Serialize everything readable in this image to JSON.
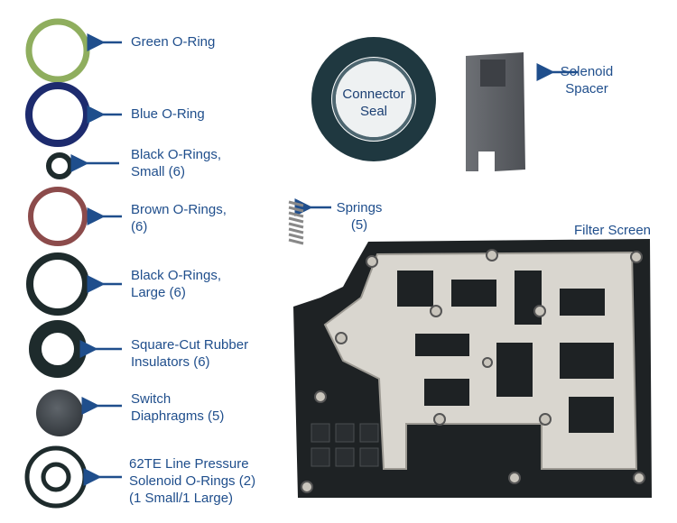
{
  "parts": [
    {
      "lines": [
        "Green O-Ring"
      ]
    },
    {
      "lines": [
        "Blue O-Ring"
      ]
    },
    {
      "lines": [
        "Black O-Rings,",
        "Small (6)"
      ]
    },
    {
      "lines": [
        "Brown O-Rings,",
        "(6)"
      ]
    },
    {
      "lines": [
        "Black O-Rings,",
        "Large (6)"
      ]
    },
    {
      "lines": [
        "Square-Cut Rubber",
        "Insulators (6)"
      ]
    },
    {
      "lines": [
        "Switch",
        "Diaphragms (5)"
      ]
    },
    {
      "lines": [
        "62TE Line Pressure",
        "Solenoid O-Rings (2)",
        "(1 Small/1 Large)"
      ]
    }
  ],
  "connector_seal": {
    "lines": [
      "Connector",
      "Seal"
    ]
  },
  "solenoid_spacer": {
    "lines": [
      "Solenoid",
      "Spacer"
    ]
  },
  "springs": {
    "lines": [
      "Springs",
      "(5)"
    ]
  },
  "filter_screen": {
    "label": "Filter Screen"
  },
  "colors": {
    "label_text": "#1f4e8c",
    "arrow": "#1f4e8c",
    "green_ring": "#8fae5e",
    "blue_ring": "#1d2b6e",
    "brown_ring": "#8c4b4b",
    "black_ring": "#1e2b2c"
  }
}
